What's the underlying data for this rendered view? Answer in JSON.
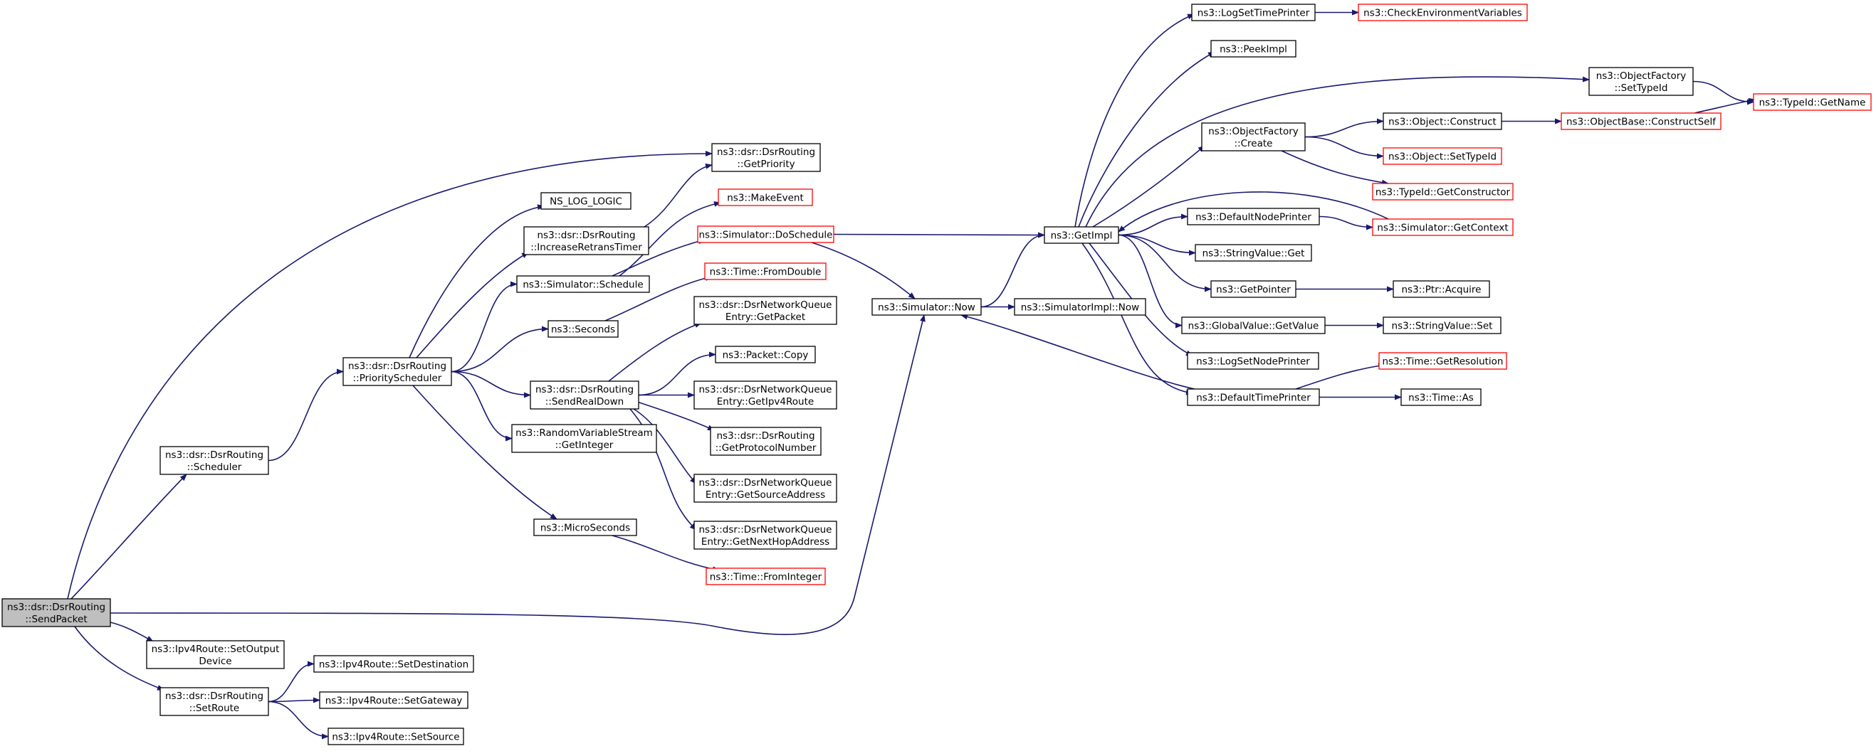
{
  "nodes": {
    "send_packet": {
      "lines": [
        "ns3::dsr::DsrRouting",
        "::SendPacket"
      ],
      "style": "root"
    },
    "scheduler": {
      "lines": [
        "ns3::dsr::DsrRouting",
        "::Scheduler"
      ],
      "style": "normal"
    },
    "set_output_device": {
      "lines": [
        "ns3::Ipv4Route::SetOutput",
        "Device"
      ],
      "style": "normal"
    },
    "set_route": {
      "lines": [
        "ns3::dsr::DsrRouting",
        "::SetRoute"
      ],
      "style": "normal"
    },
    "set_destination": {
      "lines": [
        "ns3::Ipv4Route::SetDestination"
      ],
      "style": "normal"
    },
    "set_gateway": {
      "lines": [
        "ns3::Ipv4Route::SetGateway"
      ],
      "style": "normal"
    },
    "set_source": {
      "lines": [
        "ns3::Ipv4Route::SetSource"
      ],
      "style": "normal"
    },
    "priority_scheduler": {
      "lines": [
        "ns3::dsr::DsrRouting",
        "::PriorityScheduler"
      ],
      "style": "normal"
    },
    "get_priority": {
      "lines": [
        "ns3::dsr::DsrRouting",
        "::GetPriority"
      ],
      "style": "normal"
    },
    "ns_log_logic": {
      "lines": [
        "NS_LOG_LOGIC"
      ],
      "style": "normal"
    },
    "increase_retrans_timer": {
      "lines": [
        "ns3::dsr::DsrRouting",
        "::IncreaseRetransTimer"
      ],
      "style": "normal"
    },
    "simulator_schedule": {
      "lines": [
        "ns3::Simulator::Schedule"
      ],
      "style": "normal"
    },
    "seconds": {
      "lines": [
        "ns3::Seconds"
      ],
      "style": "normal"
    },
    "send_real_down": {
      "lines": [
        "ns3::dsr::DsrRouting",
        "::SendRealDown"
      ],
      "style": "normal"
    },
    "get_integer": {
      "lines": [
        "ns3::RandomVariableStream",
        "::GetInteger"
      ],
      "style": "normal"
    },
    "micro_seconds": {
      "lines": [
        "ns3::MicroSeconds"
      ],
      "style": "normal"
    },
    "make_event": {
      "lines": [
        "ns3::MakeEvent"
      ],
      "style": "red"
    },
    "do_schedule": {
      "lines": [
        "ns3::Simulator::DoSchedule"
      ],
      "style": "red"
    },
    "from_double": {
      "lines": [
        "ns3::Time::FromDouble"
      ],
      "style": "red"
    },
    "get_packet": {
      "lines": [
        "ns3::dsr::DsrNetworkQueue",
        "Entry::GetPacket"
      ],
      "style": "normal"
    },
    "packet_copy": {
      "lines": [
        "ns3::Packet::Copy"
      ],
      "style": "normal"
    },
    "get_ipv4_route": {
      "lines": [
        "ns3::dsr::DsrNetworkQueue",
        "Entry::GetIpv4Route"
      ],
      "style": "normal"
    },
    "get_protocol_number": {
      "lines": [
        "ns3::dsr::DsrRouting",
        "::GetProtocolNumber"
      ],
      "style": "normal"
    },
    "get_source_address": {
      "lines": [
        "ns3::dsr::DsrNetworkQueue",
        "Entry::GetSourceAddress"
      ],
      "style": "normal"
    },
    "get_next_hop_address": {
      "lines": [
        "ns3::dsr::DsrNetworkQueue",
        "Entry::GetNextHopAddress"
      ],
      "style": "normal"
    },
    "from_integer": {
      "lines": [
        "ns3::Time::FromInteger"
      ],
      "style": "red"
    },
    "simulator_now": {
      "lines": [
        "ns3::Simulator::Now"
      ],
      "style": "normal"
    },
    "simulator_impl_now": {
      "lines": [
        "ns3::SimulatorImpl::Now"
      ],
      "style": "normal"
    },
    "get_impl": {
      "lines": [
        "ns3::GetImpl"
      ],
      "style": "normal"
    },
    "log_set_time_printer": {
      "lines": [
        "ns3::LogSetTimePrinter"
      ],
      "style": "normal"
    },
    "check_env_vars": {
      "lines": [
        "ns3::CheckEnvironmentVariables"
      ],
      "style": "red"
    },
    "peek_impl": {
      "lines": [
        "ns3::PeekImpl"
      ],
      "style": "normal"
    },
    "object_factory_create": {
      "lines": [
        "ns3::ObjectFactory",
        "::Create"
      ],
      "style": "normal"
    },
    "object_construct": {
      "lines": [
        "ns3::Object::Construct"
      ],
      "style": "normal"
    },
    "object_set_type_id": {
      "lines": [
        "ns3::Object::SetTypeId"
      ],
      "style": "red"
    },
    "type_id_get_constructor": {
      "lines": [
        "ns3::TypeId::GetConstructor"
      ],
      "style": "red"
    },
    "object_base_construct_self": {
      "lines": [
        "ns3::ObjectBase::ConstructSelf"
      ],
      "style": "red"
    },
    "object_factory_set_type_id": {
      "lines": [
        "ns3::ObjectFactory",
        "::SetTypeId"
      ],
      "style": "normal"
    },
    "type_id_get_name": {
      "lines": [
        "ns3::TypeId::GetName"
      ],
      "style": "red"
    },
    "default_node_printer": {
      "lines": [
        "ns3::DefaultNodePrinter"
      ],
      "style": "normal"
    },
    "simulator_get_context": {
      "lines": [
        "ns3::Simulator::GetContext"
      ],
      "style": "red"
    },
    "string_value_get": {
      "lines": [
        "ns3::StringValue::Get"
      ],
      "style": "normal"
    },
    "get_pointer": {
      "lines": [
        "ns3::GetPointer"
      ],
      "style": "normal"
    },
    "ptr_acquire": {
      "lines": [
        "ns3::Ptr::Acquire"
      ],
      "style": "normal"
    },
    "global_value_get_value": {
      "lines": [
        "ns3::GlobalValue::GetValue"
      ],
      "style": "normal"
    },
    "string_value_set": {
      "lines": [
        "ns3::StringValue::Set"
      ],
      "style": "normal"
    },
    "log_set_node_printer": {
      "lines": [
        "ns3::LogSetNodePrinter"
      ],
      "style": "normal"
    },
    "default_time_printer": {
      "lines": [
        "ns3::DefaultTimePrinter"
      ],
      "style": "normal"
    },
    "time_get_resolution": {
      "lines": [
        "ns3::Time::GetResolution"
      ],
      "style": "red"
    },
    "time_as": {
      "lines": [
        "ns3::Time::As"
      ],
      "style": "normal"
    }
  },
  "edges": [
    [
      "send_packet",
      "get_priority"
    ],
    [
      "send_packet",
      "scheduler"
    ],
    [
      "send_packet",
      "simulator_now"
    ],
    [
      "send_packet",
      "set_output_device"
    ],
    [
      "send_packet",
      "set_route"
    ],
    [
      "set_route",
      "set_destination"
    ],
    [
      "set_route",
      "set_gateway"
    ],
    [
      "set_route",
      "set_source"
    ],
    [
      "scheduler",
      "priority_scheduler"
    ],
    [
      "priority_scheduler",
      "ns_log_logic"
    ],
    [
      "priority_scheduler",
      "increase_retrans_timer"
    ],
    [
      "priority_scheduler",
      "simulator_schedule"
    ],
    [
      "priority_scheduler",
      "seconds"
    ],
    [
      "priority_scheduler",
      "send_real_down"
    ],
    [
      "priority_scheduler",
      "get_integer"
    ],
    [
      "priority_scheduler",
      "micro_seconds"
    ],
    [
      "increase_retrans_timer",
      "get_priority"
    ],
    [
      "simulator_schedule",
      "make_event"
    ],
    [
      "simulator_schedule",
      "do_schedule"
    ],
    [
      "seconds",
      "from_double"
    ],
    [
      "micro_seconds",
      "from_integer"
    ],
    [
      "send_real_down",
      "get_packet"
    ],
    [
      "send_real_down",
      "packet_copy"
    ],
    [
      "send_real_down",
      "get_ipv4_route"
    ],
    [
      "send_real_down",
      "get_protocol_number"
    ],
    [
      "send_real_down",
      "get_source_address"
    ],
    [
      "send_real_down",
      "get_next_hop_address"
    ],
    [
      "do_schedule",
      "get_impl"
    ],
    [
      "do_schedule",
      "simulator_now"
    ],
    [
      "simulator_now",
      "get_impl"
    ],
    [
      "simulator_now",
      "simulator_impl_now"
    ],
    [
      "get_impl",
      "log_set_time_printer"
    ],
    [
      "get_impl",
      "peek_impl"
    ],
    [
      "get_impl",
      "object_factory_set_type_id"
    ],
    [
      "get_impl",
      "object_factory_create"
    ],
    [
      "get_impl",
      "default_node_printer"
    ],
    [
      "get_impl",
      "string_value_get"
    ],
    [
      "get_impl",
      "get_pointer"
    ],
    [
      "get_impl",
      "global_value_get_value"
    ],
    [
      "get_impl",
      "log_set_node_printer"
    ],
    [
      "get_impl",
      "default_time_printer"
    ],
    [
      "log_set_time_printer",
      "check_env_vars"
    ],
    [
      "object_factory_set_type_id",
      "type_id_get_name"
    ],
    [
      "object_factory_create",
      "object_construct"
    ],
    [
      "object_factory_create",
      "object_set_type_id"
    ],
    [
      "object_factory_create",
      "type_id_get_constructor"
    ],
    [
      "object_construct",
      "object_base_construct_self"
    ],
    [
      "object_base_construct_self",
      "type_id_get_name"
    ],
    [
      "default_node_printer",
      "simulator_get_context"
    ],
    [
      "simulator_get_context",
      "get_impl"
    ],
    [
      "get_pointer",
      "ptr_acquire"
    ],
    [
      "global_value_get_value",
      "string_value_set"
    ],
    [
      "default_time_printer",
      "simulator_now"
    ],
    [
      "default_time_printer",
      "time_get_resolution"
    ],
    [
      "default_time_printer",
      "time_as"
    ]
  ],
  "colors": {
    "edge": "#191970",
    "node_border": "#000000",
    "node_border_red": "#ff0000",
    "root_fill": "#bfbfbf",
    "node_fill": "#ffffff"
  }
}
